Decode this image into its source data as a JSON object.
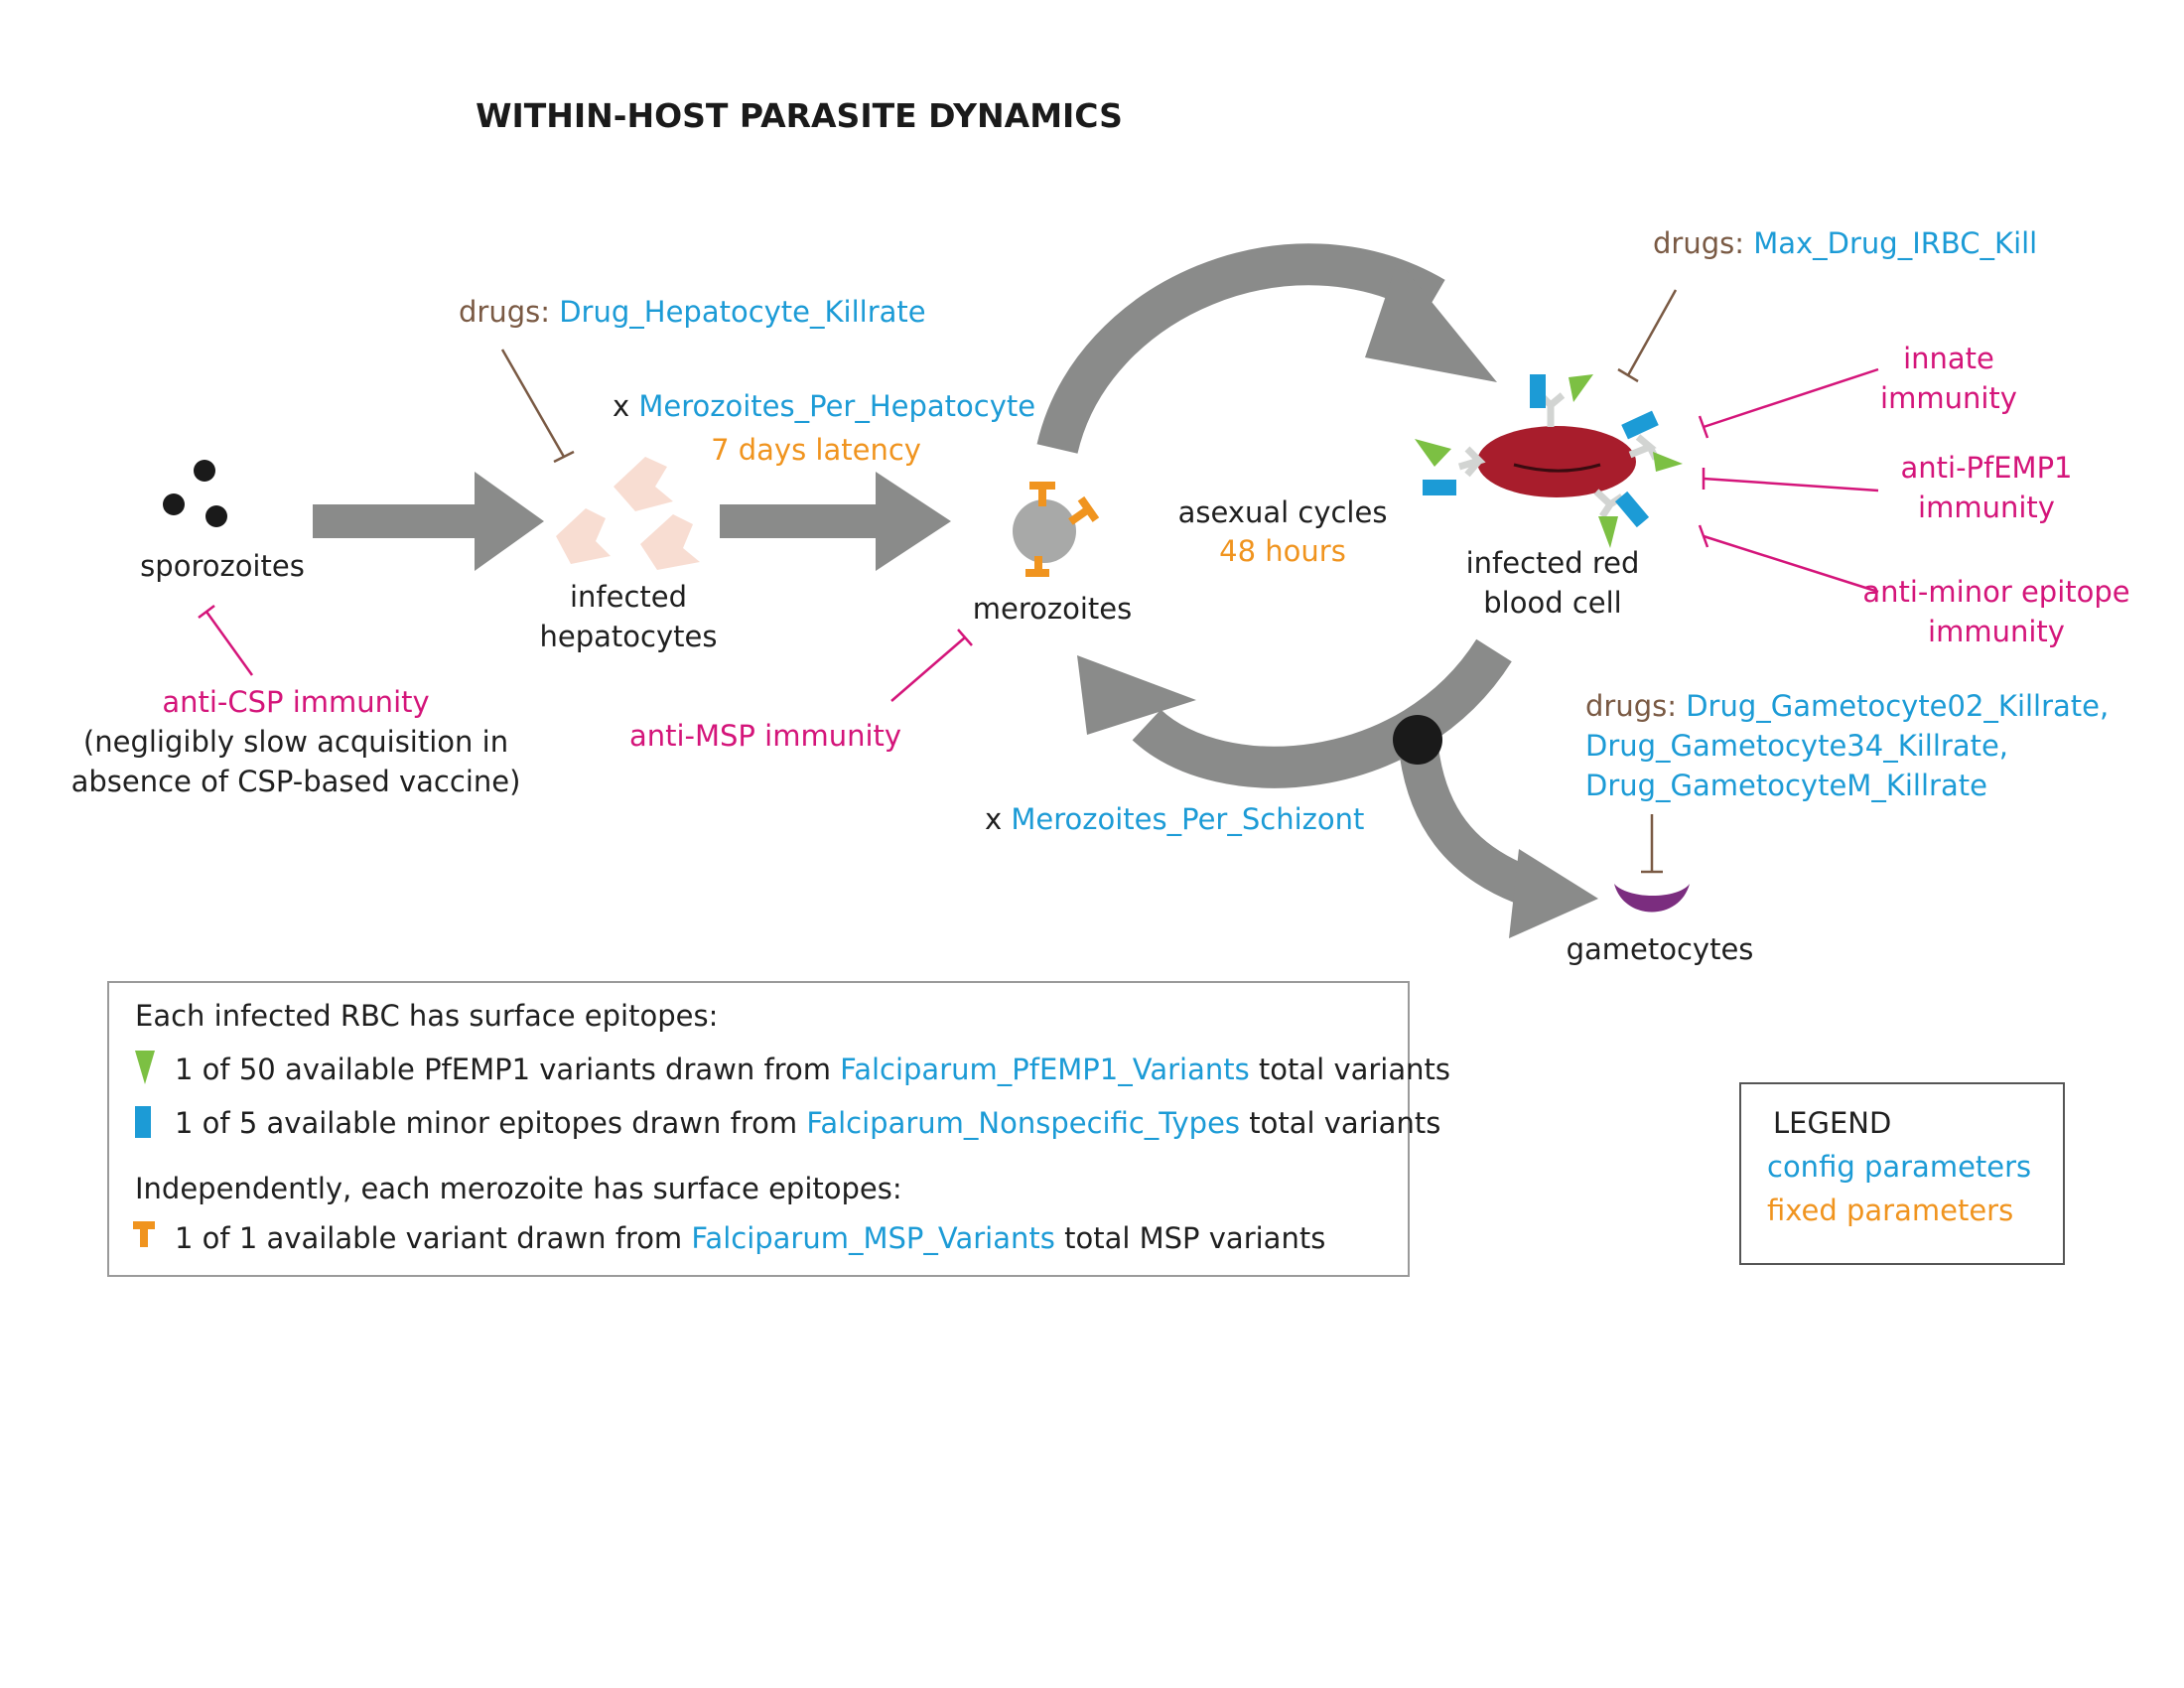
{
  "title": "WITHIN-HOST PARASITE DYNAMICS",
  "colors": {
    "config": "#1c9bd6",
    "fixed": "#f0941f",
    "immunity": "#d4157a",
    "drug": "#7a5a44",
    "arrow": "#8a8b8a",
    "rbc": "#a81d2c",
    "gametocyte": "#7b2d7f",
    "pfemp1": "#7cc043",
    "minor": "#1c9bd6"
  },
  "labels": {
    "sporozoites": "sporozoites",
    "infected_hepatocytes_1": "infected",
    "infected_hepatocytes_2": "hepatocytes",
    "merozoites": "merozoites",
    "asexual_cycles": "asexual cycles",
    "hours": "48 hours",
    "irbc_1": "infected red",
    "irbc_2": "blood cell",
    "gametocytes": "gametocytes",
    "x_prefix": "x",
    "merozoites_per_hepatocyte": "Merozoites_Per_Hepatocyte",
    "latency": "7 days latency",
    "merozoites_per_schizont": "Merozoites_Per_Schizont"
  },
  "drugs": {
    "prefix": "drugs:",
    "hepatocyte": "Drug_Hepatocyte_Killrate",
    "irbc": "Max_Drug_IRBC_Kill",
    "gametocyte_1": "Drug_Gametocyte02_Killrate,",
    "gametocyte_2": "Drug_Gametocyte34_Killrate,",
    "gametocyte_3": "Drug_GametocyteM_Killrate"
  },
  "immunity": {
    "csp": "anti-CSP immunity",
    "csp_note_1": "(negligibly slow acquisition in",
    "csp_note_2": "absence of CSP-based vaccine)",
    "msp": "anti-MSP immunity",
    "innate_1": "innate",
    "innate_2": "immunity",
    "pfemp1_1": "anti-PfEMP1",
    "pfemp1_2": "immunity",
    "minor_1": "anti-minor epitope",
    "minor_2": "immunity"
  },
  "info_box": {
    "header1": "Each infected RBC has surface epitopes:",
    "row1_pre": "1 of 50 available PfEMP1 variants drawn from",
    "row1_param": "Falciparum_PfEMP1_Variants",
    "row1_post": "total variants",
    "row2_pre": "1 of 5 available minor epitopes drawn from",
    "row2_param": "Falciparum_Nonspecific_Types",
    "row2_post": "total variants",
    "header2": "Independently, each merozoite has surface epitopes:",
    "row3_pre": "1 of 1 available variant drawn from",
    "row3_param": "Falciparum_MSP_Variants",
    "row3_post": "total MSP variants"
  },
  "legend": {
    "title": "LEGEND",
    "config": "config parameters",
    "fixed": "fixed parameters"
  }
}
